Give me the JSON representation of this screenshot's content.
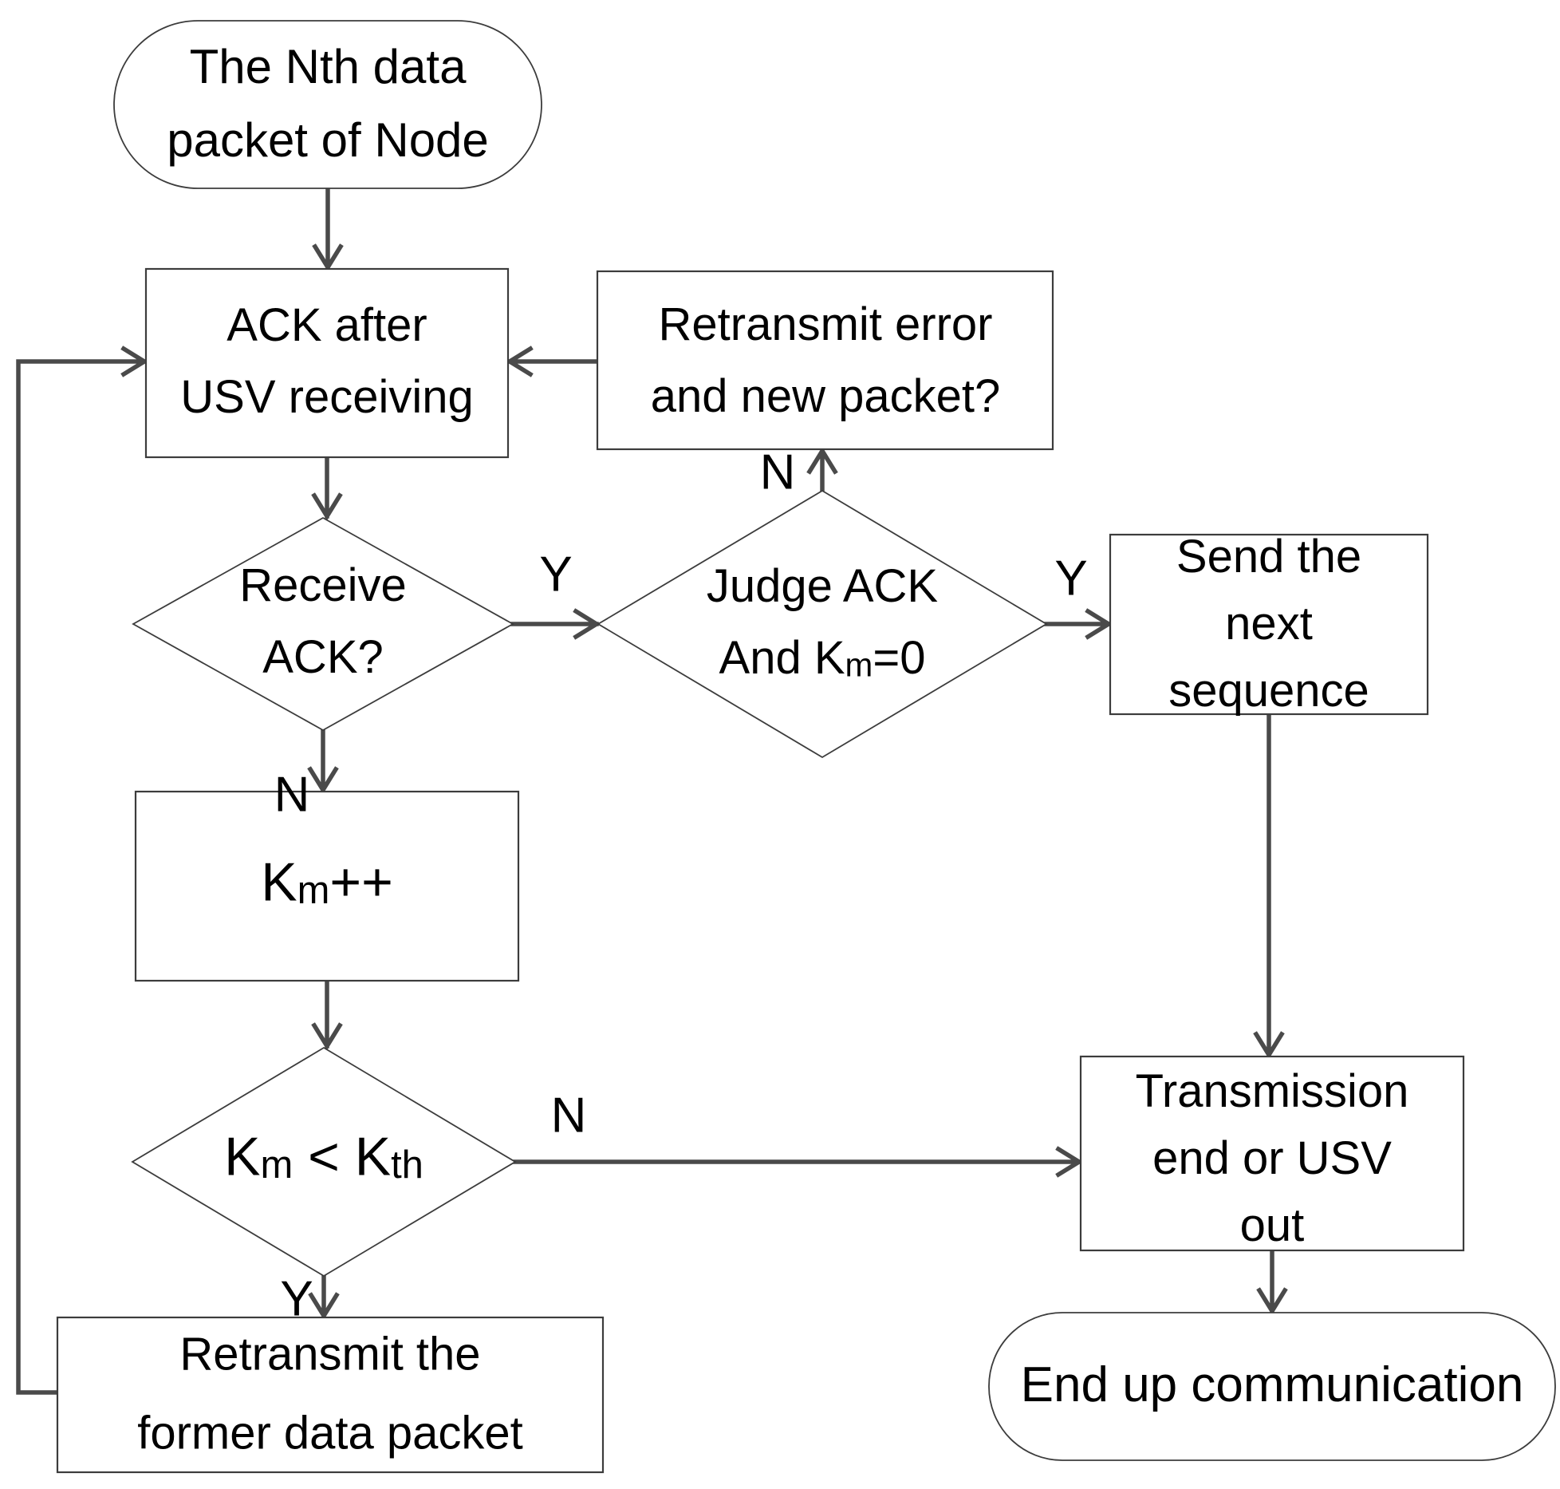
{
  "flowchart": {
    "nodes": {
      "start": {
        "type": "terminator",
        "line1": "The Nth data",
        "line2": "packet of Node"
      },
      "ack_wait": {
        "type": "process",
        "line1": "ACK after",
        "line2": "USV receiving"
      },
      "retransmit_query": {
        "type": "process",
        "line1": "Retransmit error",
        "line2": "and new packet?"
      },
      "receive_ack": {
        "type": "decision",
        "line1": "Receive",
        "line2": "ACK?"
      },
      "judge_ack": {
        "type": "decision",
        "line1": "Judge ACK",
        "line2_pre": "And K",
        "line2_sub": "m",
        "line2_post": "=0"
      },
      "send_next": {
        "type": "process",
        "line1": "Send the",
        "line2": "next",
        "line3": "sequence"
      },
      "km_increment": {
        "type": "process",
        "pre": "K",
        "sub": "m",
        "post": "++"
      },
      "km_threshold": {
        "type": "decision",
        "pre": "K",
        "sub1": "m",
        "mid": " < K",
        "sub2": "th"
      },
      "retransmit_former": {
        "type": "process",
        "line1": "Retransmit the",
        "line2": "former data packet"
      },
      "transmission_end": {
        "type": "process",
        "line1": "Transmission",
        "line2": "end or USV",
        "line3": "out"
      },
      "end": {
        "type": "terminator",
        "line1": "End up communication"
      }
    },
    "edge_labels": {
      "receive_yes": "Y",
      "receive_no": "N",
      "judge_yes": "Y",
      "judge_no": "N",
      "threshold_yes": "Y",
      "threshold_no": "N"
    },
    "colors": {
      "background": "#ffffff",
      "shape_fill": "#ffffff",
      "line": "#4a4a4a",
      "border": "#3c3c3c",
      "text": "#000000"
    }
  }
}
